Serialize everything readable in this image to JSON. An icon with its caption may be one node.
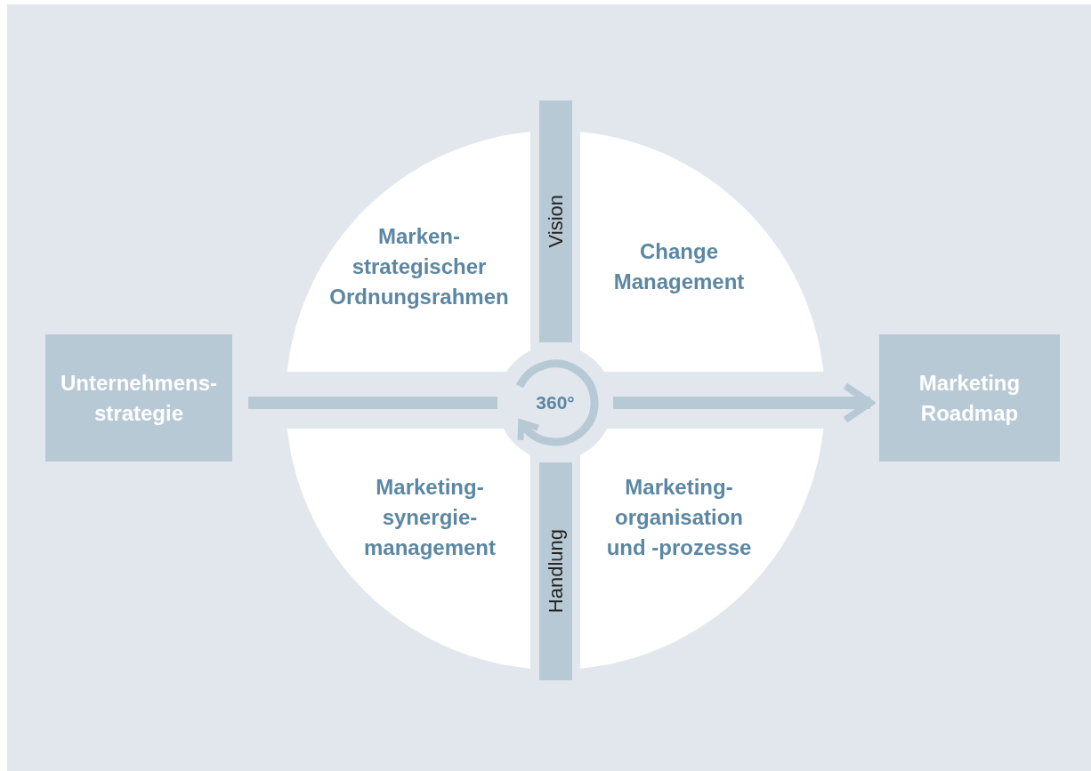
{
  "diagram": {
    "nodes": [
      {
        "text": [
          "Unternehmens- strategie"
        ]
      },
      {
        "text": [
          "Marken- strategischer Ordnungsrahmen"
        ]
      },
      {
        "text": [
          "Vision"
        ]
      },
      {
        "text": [
          "Change Management"
        ]
      },
      {
        "text": [
          "360°"
        ]
      },
      {
        "text": [
          "Marketing- synergie- management"
        ]
      },
      {
        "text": [
          "Handlung"
        ]
      },
      {
        "text": [
          "Marketing- organisation und -prozesse"
        ]
      },
      {
        "text": [
          "Marketing Roadmap"
        ]
      }
    ],
    "edges": [
      {
        "from": 0,
        "to": 4,
        "arrow": "none"
      },
      {
        "from": 4,
        "to": 8,
        "arrow": "to"
      }
    ]
  }
}
